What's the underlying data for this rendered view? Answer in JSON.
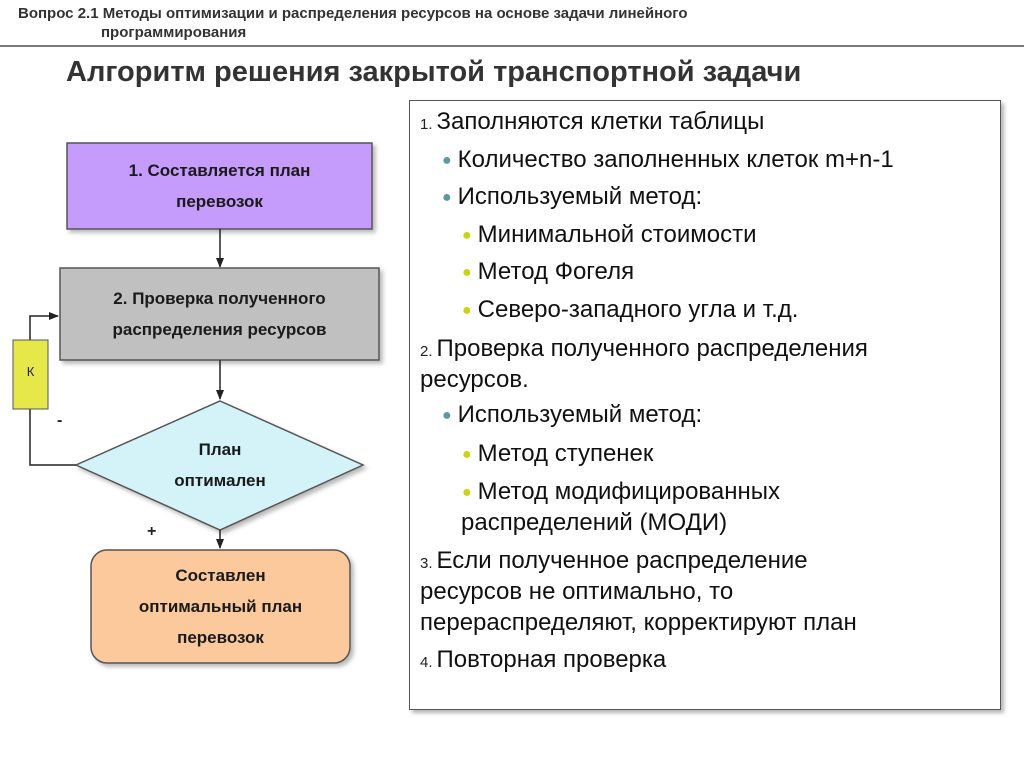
{
  "header": {
    "line1": "Вопрос 2.1 Методы оптимизации и распределения ресурсов на основе задачи линейного",
    "line2": "программирования"
  },
  "title": "Алгоритм решения закрытой транспортной задачи",
  "diagram": {
    "step1": [
      "1. Составляется план",
      "перевозок"
    ],
    "step2": [
      "2. Проверка полученного",
      "распределения ресурсов"
    ],
    "decision": [
      "План",
      "оптимален"
    ],
    "result": [
      "Составлен",
      "оптимальный план",
      "перевозок"
    ],
    "k_label": "К",
    "minus_label": "-",
    "plus_label": "+",
    "colors": {
      "step1_fill": "#c59cfc",
      "step2_fill": "#c0c0c0",
      "decision_fill": "#d4f3f9",
      "result_fill": "#fbc99c",
      "k_fill": "#e6e84a"
    }
  },
  "panel": {
    "n1": "1.",
    "t1": "Заполняются клетки таблицы",
    "b1": "Количество заполненных клеток m+n-1",
    "b2": "Используемый метод:",
    "s1": "Минимальной стоимости",
    "s2": "Метод Фогеля",
    "s3": "Северо-западного угла и т.д.",
    "n2": "2.",
    "t2a": "Проверка полученного распределения",
    "t2b": "ресурсов.",
    "b3": "Используемый метод:",
    "s4": "Метод ступенек",
    "s5a": "Метод модифицированных",
    "s5b": "распределений (МОДИ)",
    "n3": "3.",
    "t3a": "Если полученное распределение",
    "t3b": "ресурсов не оптимально, то",
    "t3c": "перераспределяют, корректируют план",
    "n4": "4.",
    "t4": "Повторная проверка",
    "bullet_icon": "●",
    "colors": {
      "bullet_level1": "#5b9aa0",
      "bullet_level2": "#c8d31a"
    }
  }
}
